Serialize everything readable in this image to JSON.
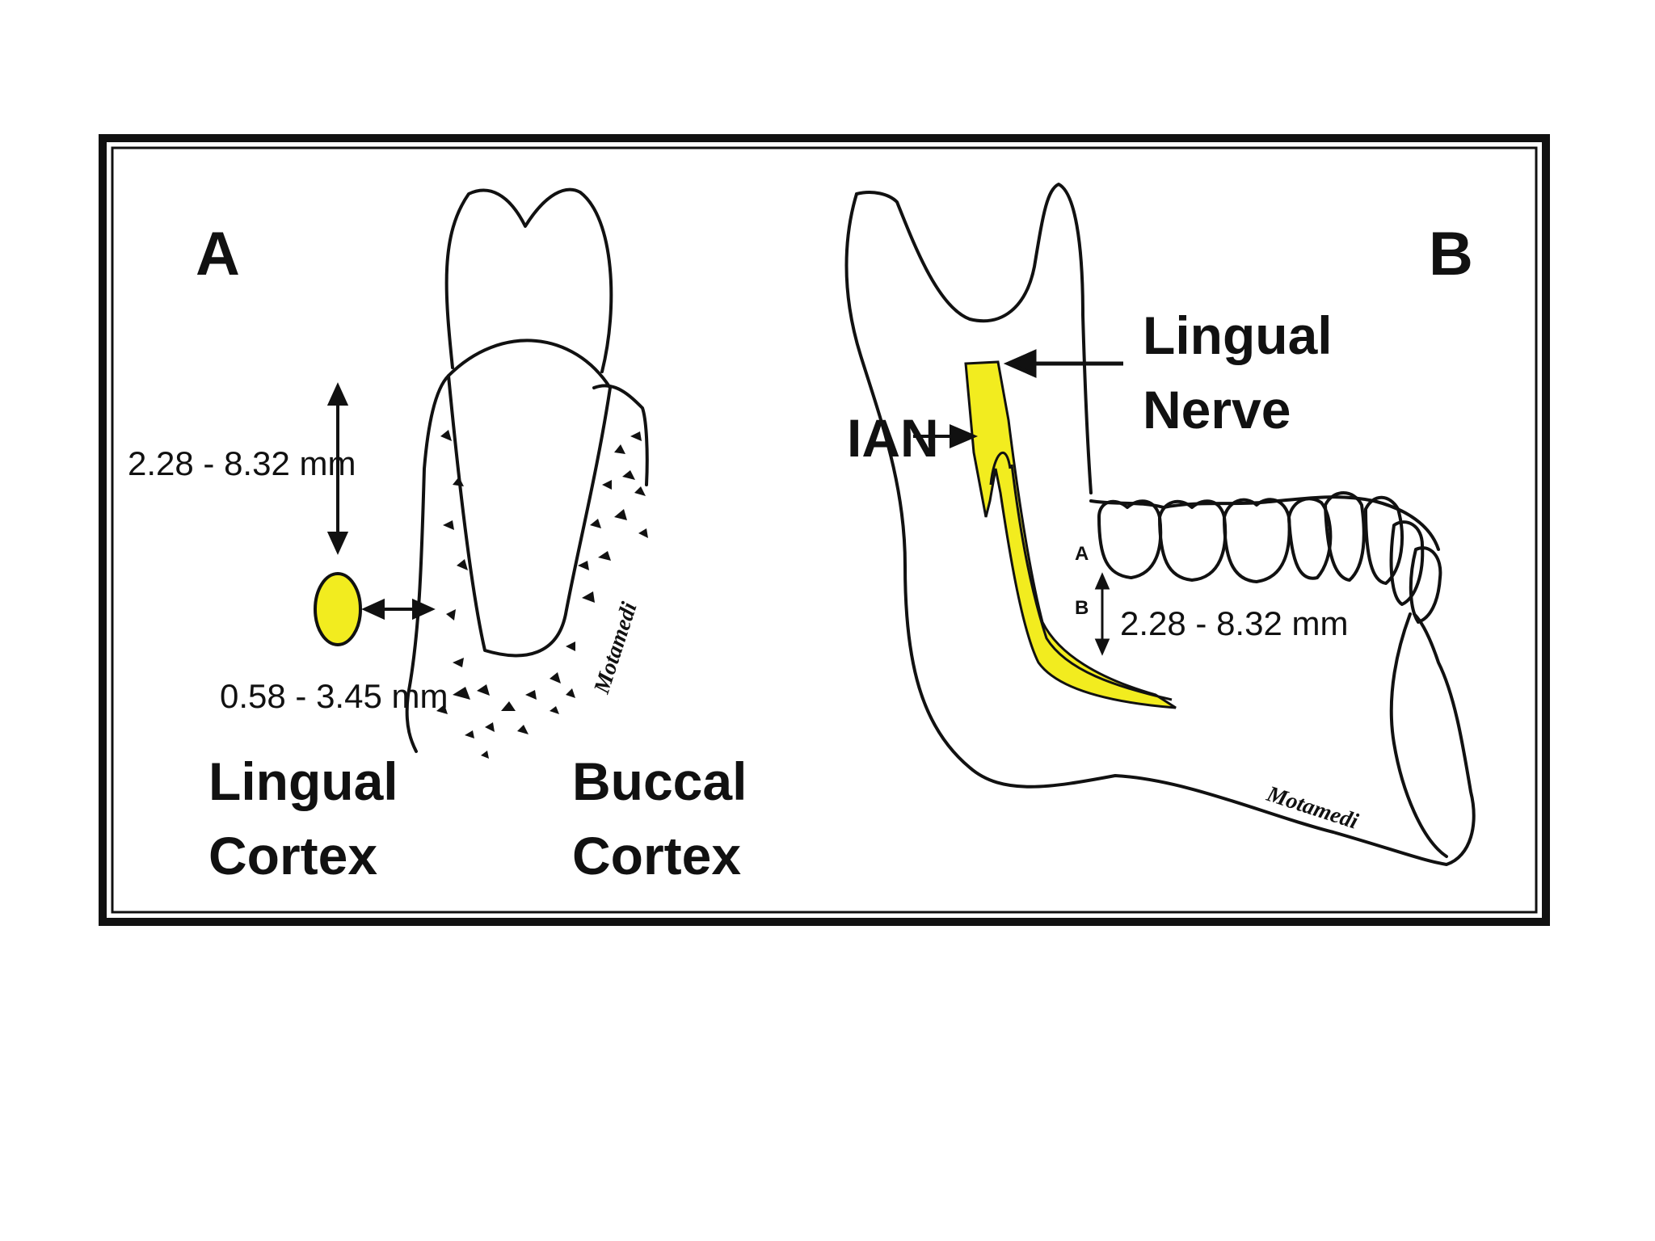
{
  "panel_a": {
    "letter": "A",
    "measure_vertical": "2.28 - 8.32 mm",
    "measure_horizontal": "0.58 - 3.45 mm",
    "lingual_cortex": [
      "Lingual",
      "Cortex"
    ],
    "buccal_cortex": [
      "Buccal",
      "Cortex"
    ],
    "signature": "Motamedi"
  },
  "panel_b": {
    "letter": "B",
    "lingual_nerve": [
      "Lingual",
      "Nerve"
    ],
    "ian": "IAN",
    "marker_a": "A",
    "marker_b": "B",
    "measure": "2.28 - 8.32 mm",
    "signature": "Motamedi"
  },
  "colors": {
    "nerve": "#f2ec1f",
    "frame": "#111111",
    "background": "#ffffff"
  }
}
